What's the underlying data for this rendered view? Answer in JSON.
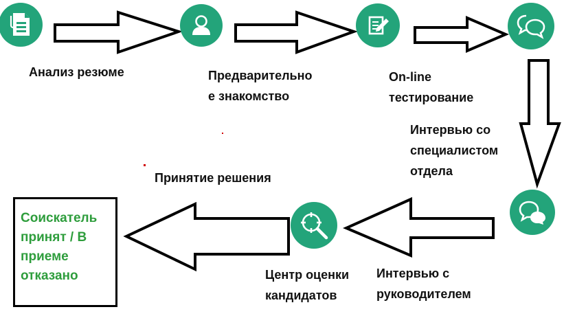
{
  "colors": {
    "accent": "#23a47a",
    "result_text": "#2e9d3c",
    "outline": "#000000"
  },
  "steps": [
    {
      "icon": "document-icon",
      "label": "Анализ резюме"
    },
    {
      "icon": "person-icon",
      "label": "Предварительно\nе знакомство"
    },
    {
      "icon": "edit-document-icon",
      "label": "On-line\nтестирование"
    },
    {
      "icon": "chat-bubbles-icon",
      "label": "Интервью со\nспециалистом\nотдела"
    },
    {
      "icon": "chat-bubbles-icon",
      "label": "Интервью с\nруководителем"
    },
    {
      "icon": "target-magnifier-icon",
      "label": "Центр оценки\nкандидатов"
    }
  ],
  "decision": {
    "label": "Принятие решения"
  },
  "result": {
    "text": "Соискатель принят / В приеме отказано"
  }
}
